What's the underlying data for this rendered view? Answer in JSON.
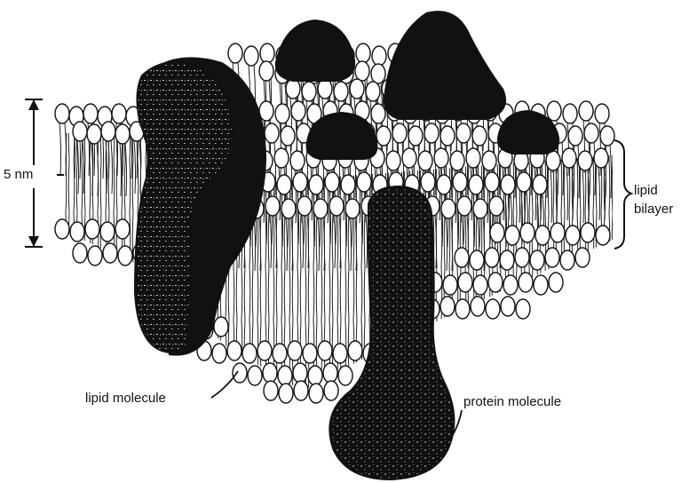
{
  "labels": {
    "scale": "5 nm",
    "bilayer_line1": "lipid",
    "bilayer_line2": "bilayer",
    "lipid_molecule": "lipid molecule",
    "protein_molecule": "protein molecule"
  },
  "colors": {
    "ink": "#111111",
    "paper": "#ffffff"
  }
}
